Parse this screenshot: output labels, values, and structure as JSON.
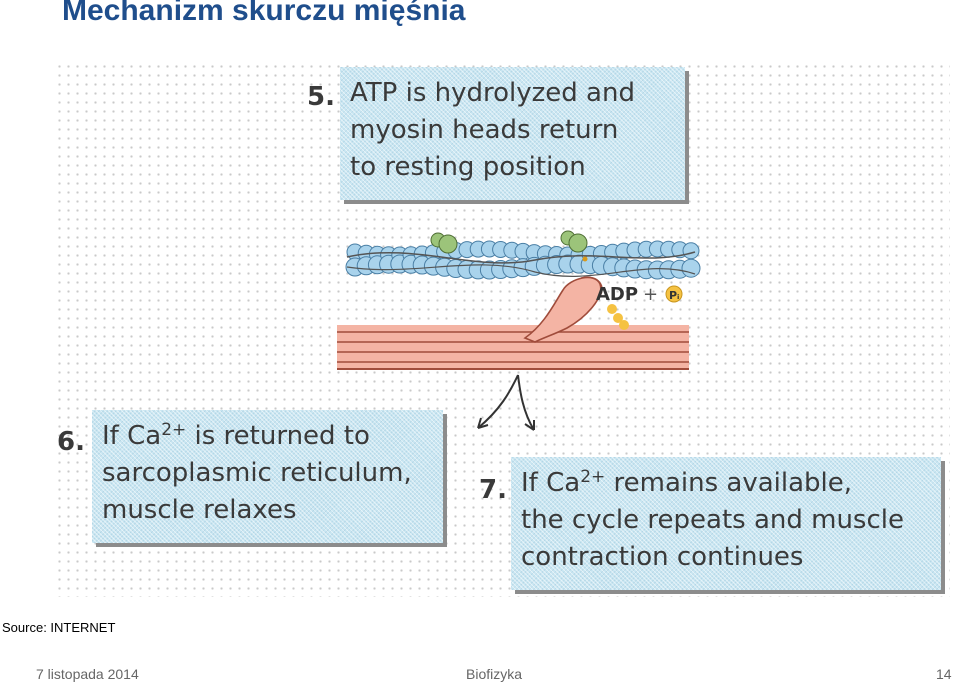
{
  "slide": {
    "title": "Mechanizm skurczu mięśnia",
    "source": "Source: INTERNET"
  },
  "steps": [
    {
      "number": "5.",
      "lines": [
        "ATP is hydrolyzed and",
        "myosin heads return",
        "to resting position"
      ]
    },
    {
      "number": "6.",
      "line1_a": "If Ca",
      "line1_ion": "2+",
      "line1_b": " is returned to",
      "line2": "sarcoplasmic reticulum,",
      "line3": "muscle relaxes"
    },
    {
      "number": "7.",
      "line1_a": "If Ca",
      "line1_ion": "2+",
      "line1_b": " remains available,",
      "line2": "the cycle repeats and muscle",
      "line3": "contraction continues"
    }
  ],
  "diagram": {
    "adp_label": "ADP",
    "plus": "+",
    "pi_label": "Pᵢ"
  },
  "footer": {
    "date": "7 listopada 2014",
    "course": "Biofizyka",
    "page": "14"
  },
  "colors": {
    "title": "#1f4e8c",
    "box_fill": "#c9e6f2",
    "actin": "#a9d3ec",
    "troponin": "#9cc47a",
    "myosin": "#f4b4a4",
    "phosphate": "#f5c242"
  }
}
